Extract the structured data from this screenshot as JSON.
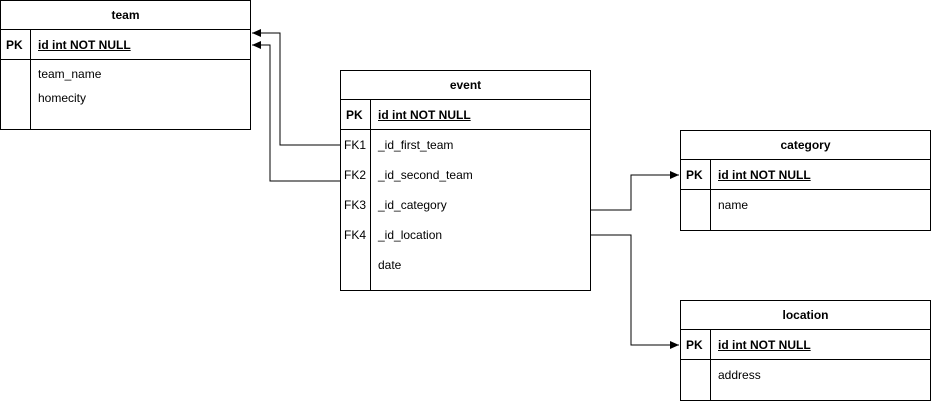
{
  "tables": {
    "team": {
      "title": "team",
      "pk_label": "PK",
      "pk_field": "id int NOT NULL",
      "fields": [
        "team_name",
        "homecity"
      ]
    },
    "event": {
      "title": "event",
      "pk_label": "PK",
      "pk_field": "id int NOT NULL",
      "keys": [
        "FK1",
        "FK2",
        "FK3",
        "FK4",
        ""
      ],
      "fields": [
        "_id_first_team",
        "_id_second_team",
        "_id_category",
        "_id_location",
        "date"
      ]
    },
    "category": {
      "title": "category",
      "pk_label": "PK",
      "pk_field": "id int NOT NULL",
      "fields": [
        "name"
      ]
    },
    "location": {
      "title": "location",
      "pk_label": "PK",
      "pk_field": "id int NOT NULL",
      "fields": [
        "address"
      ]
    }
  },
  "colors": {
    "line": "#000000",
    "background": "#ffffff"
  }
}
